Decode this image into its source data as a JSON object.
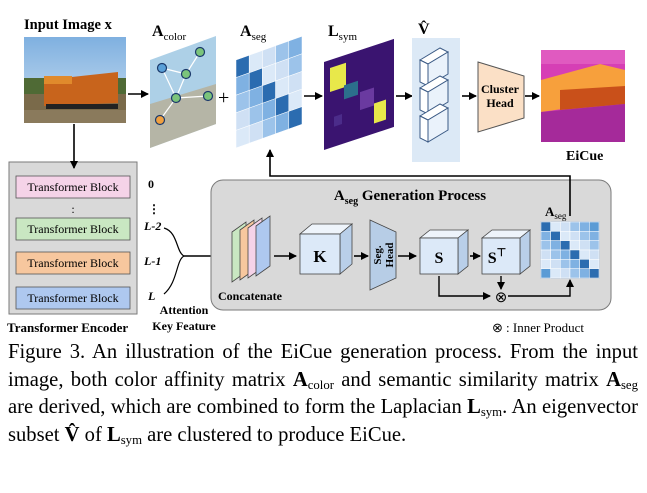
{
  "input_title": "Input Image x",
  "matrices": {
    "a_color": {
      "main": "A",
      "sub": "color"
    },
    "a_seg": {
      "main": "A",
      "sub": "seg"
    },
    "l_sym": {
      "main": "L",
      "sub": "sym"
    },
    "v_hat": "V̂"
  },
  "plus_sign": "+",
  "cluster_head": [
    "Cluster",
    "Head"
  ],
  "eicue_label": "EiCue",
  "encoder": {
    "title": "Transformer Encoder",
    "blocks": [
      "Transformer Block",
      "Transformer Block",
      "Transformer Block",
      "Transformer Block"
    ],
    "dots": ":",
    "layer_labels": [
      "0",
      "L-2",
      "L-1",
      "L"
    ],
    "layer_dots": "⋮"
  },
  "attention_label": [
    "Attention",
    "Key Feature"
  ],
  "process": {
    "title_main": "A",
    "title_sub": "seg",
    "title_rest": " Generation Process",
    "concatenate": "Concatenate",
    "k_label": "K",
    "seg_head": [
      "Seg.",
      "Head"
    ],
    "s_label": "S",
    "st_main": "S",
    "st_sup": "⊤",
    "otimes": "⊗",
    "a_seg_main": "A",
    "a_seg_sub": "seg"
  },
  "legend": {
    "symbol": "⊗",
    "text": ": Inner Product"
  },
  "caption": {
    "lead": "Figure 3.",
    "t1": " An illustration of the EiCue generation process. From the input image, both color affinity matrix ",
    "a": "A",
    "color_sub": "color",
    "t2": " and semantic similarity matrix ",
    "seg_sub": "seg",
    "t3": " are derived, which are combined to form the Laplacian ",
    "l": "L",
    "sym_sub": "sym",
    "t4": ". An eigenvector subset ",
    "vhat": "V̂",
    "t5": " of ",
    "t6": " are clustered to produce EiCue."
  },
  "colors": {
    "block_pink": "#f5d3e8",
    "block_green": "#c9e7c2",
    "block_orange": "#f7c79e",
    "block_blue": "#aec8ef",
    "encoder_bg": "#d9d9d9",
    "process_bg": "#d9d9d9",
    "cube_fill": "#dce9f8",
    "cluster_fill": "#fbe0c6",
    "lsym_bg": "#3a1470",
    "lsym_yellow": "#e8e84a",
    "eicue_pink": "#d63fb5"
  }
}
